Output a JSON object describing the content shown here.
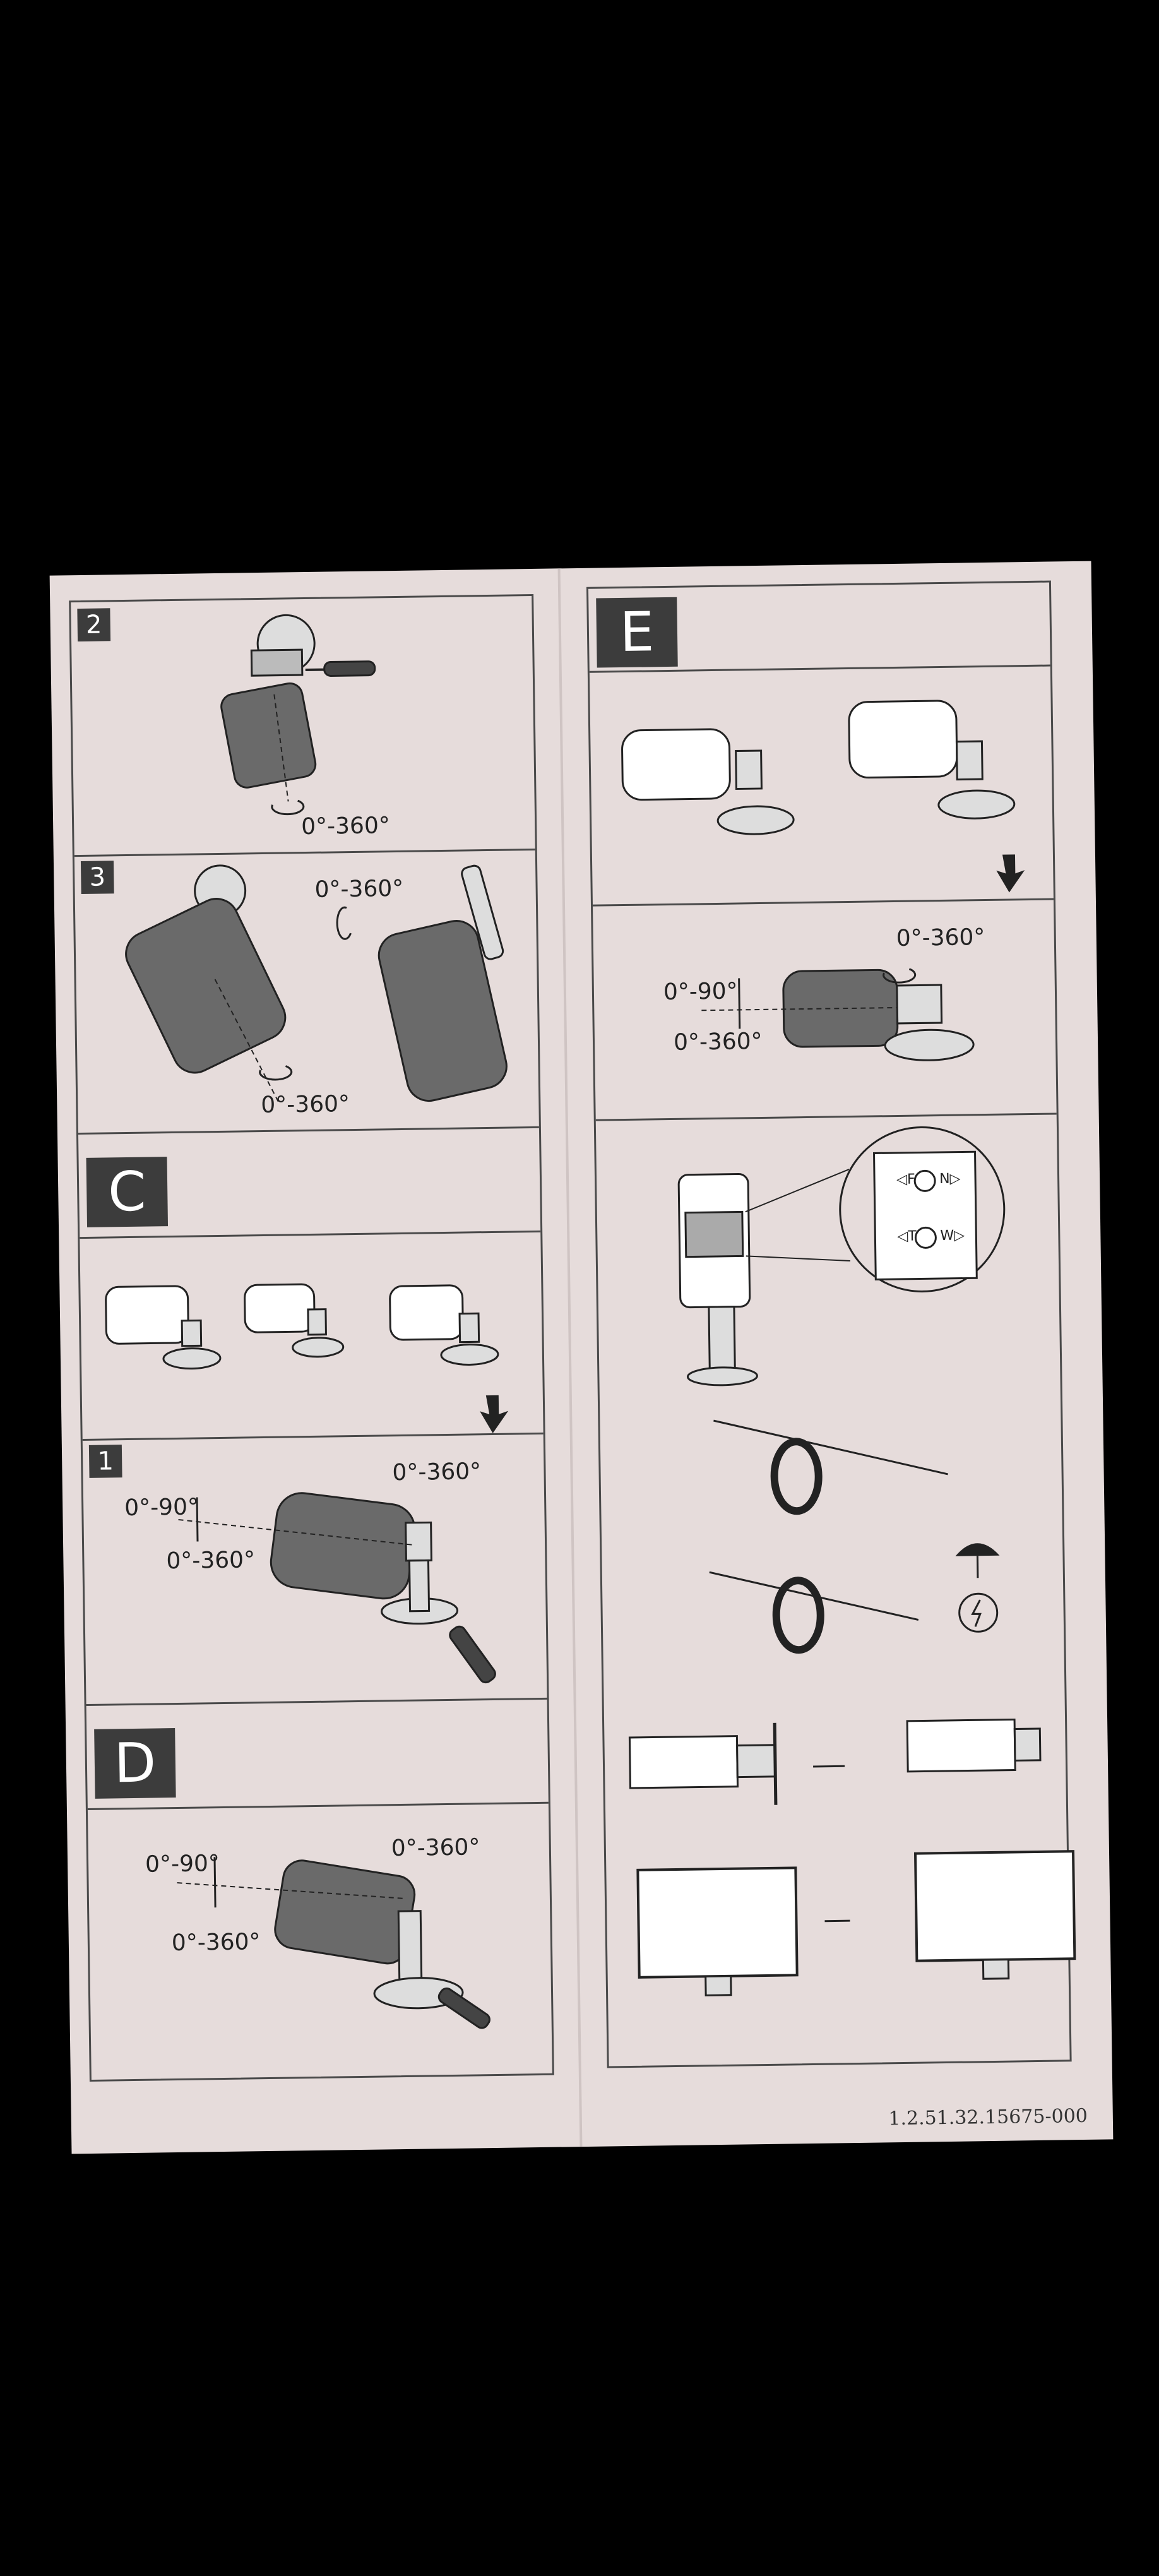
{
  "left_column": {
    "step_2": {
      "number": "2",
      "rotation_label": "0°-360°"
    },
    "step_3": {
      "number": "3",
      "rotation_label_left": "0°-360°",
      "rotation_label_right": "0°-360°"
    },
    "section_c": {
      "letter": "C"
    },
    "step_1": {
      "number": "1",
      "tilt_label": "0°-90°",
      "rotate_label": "0°-360°",
      "pan_label": "0°-360°"
    },
    "section_d": {
      "letter": "D",
      "tilt_label": "0°-90°",
      "rotate_label": "0°-360°",
      "pan_label": "0°-360°"
    }
  },
  "right_column": {
    "section_e": {
      "letter": "E",
      "tilt_label": "0°-90°",
      "rotate_label": "0°-360°",
      "pan_label": "0°-360°"
    },
    "focus_zoom": {
      "f_label": "◁F",
      "n_label": "N▷",
      "t_label": "◁T",
      "w_label": "W▷"
    }
  },
  "document_code": "1.2.51.32.15675-000"
}
